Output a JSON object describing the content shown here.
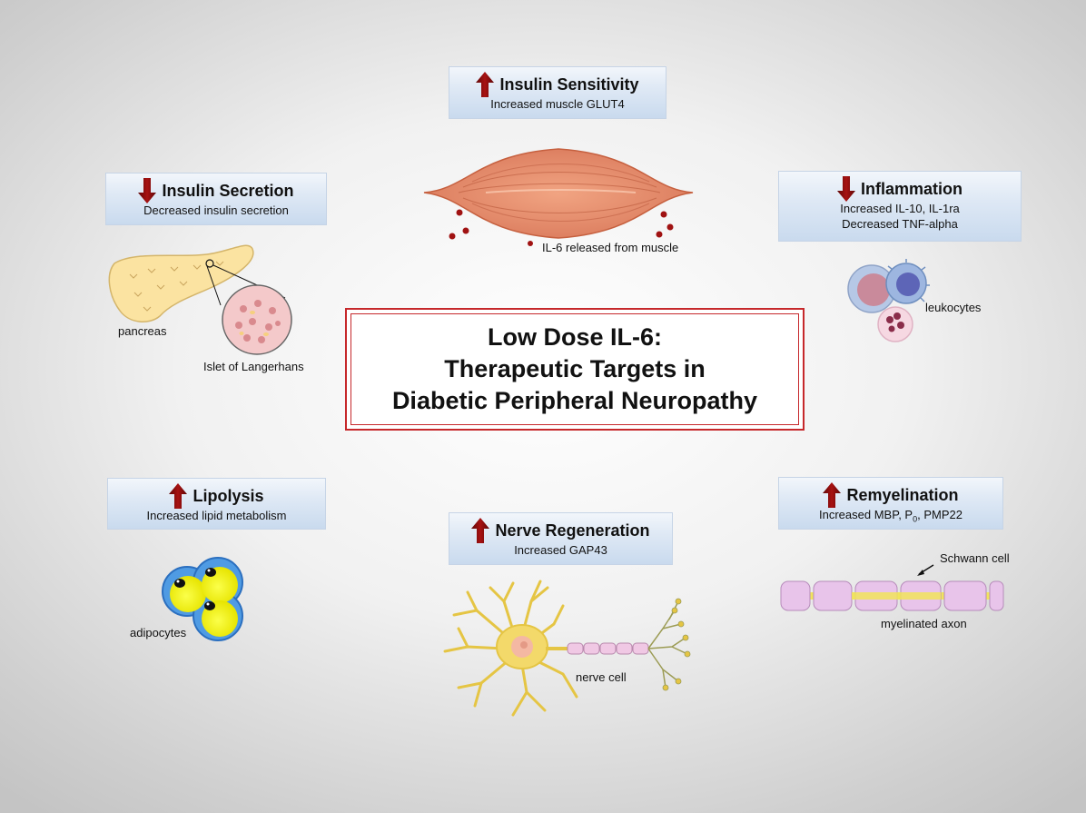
{
  "title": {
    "line1": "Low Dose IL-6:",
    "line2": "Therapeutic Targets in",
    "line3": "Diabetic Peripheral Neuropathy"
  },
  "cards": {
    "insulin_sensitivity": {
      "heading": "Insulin Sensitivity",
      "direction": "up",
      "sub1": "Increased muscle GLUT4"
    },
    "insulin_secretion": {
      "heading": "Insulin Secretion",
      "direction": "down",
      "sub1": "Decreased insulin secretion"
    },
    "inflammation": {
      "heading": "Inflammation",
      "direction": "down",
      "sub1": "Increased IL-10, IL-1ra",
      "sub2": "Decreased TNF-alpha"
    },
    "lipolysis": {
      "heading": "Lipolysis",
      "direction": "up",
      "sub1": "Increased lipid metabolism"
    },
    "nerve_regeneration": {
      "heading": "Nerve Regeneration",
      "direction": "up",
      "sub1": "Increased GAP43"
    },
    "remyelination": {
      "heading": "Remyelination",
      "direction": "up",
      "sub_prefix": "Increased MBP, P",
      "sub_subscript": "0",
      "sub_suffix": ", PMP22"
    }
  },
  "labels": {
    "il6_released": "IL-6 released from muscle",
    "pancreas": "pancreas",
    "islet": "Islet of Langerhans",
    "leukocytes": "leukocytes",
    "adipocytes": "adipocytes",
    "nerve_cell": "nerve cell",
    "schwann_cell": "Schwann cell",
    "myelinated_axon": "myelinated axon"
  },
  "colors": {
    "arrow": "#8b0d0d",
    "title_border": "#c6282b",
    "card_blue": "#d5e3f2"
  },
  "icons": {
    "up": "arrow-up-icon",
    "down": "arrow-down-icon"
  }
}
